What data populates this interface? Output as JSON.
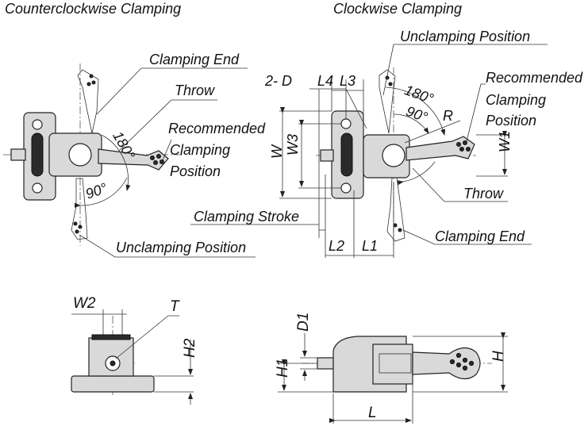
{
  "titles": {
    "ccw": "Counterclockwise Clamping",
    "cw": "Clockwise Clamping"
  },
  "ccw_labels": {
    "clamping_end": "Clamping End",
    "throw": "Throw",
    "recommended_1": "Recommended",
    "recommended_2": "Clamping",
    "recommended_3": "Position",
    "angle_180": "180°",
    "angle_90": "90°",
    "unclamping": "Unclamping Position"
  },
  "cw_labels": {
    "unclamping": "Unclamping Position",
    "recommended_1": "Recommended",
    "recommended_2": "Clamping",
    "recommended_3": "Position",
    "angle_180": "180°",
    "angle_90": "90°",
    "r": "R",
    "d": "2- D",
    "l4": "L4",
    "l3": "L3",
    "w": "W",
    "w3": "W3",
    "w1": "W1",
    "throw": "Throw",
    "clamping_stroke": "Clamping Stroke",
    "clamping_end": "Clamping End",
    "l2": "L2",
    "l1": "L1"
  },
  "front_labels": {
    "w2": "W2",
    "t": "T",
    "h2": "H2"
  },
  "side_labels": {
    "d1": "D1",
    "h1": "H1",
    "h": "H",
    "l": "L"
  }
}
